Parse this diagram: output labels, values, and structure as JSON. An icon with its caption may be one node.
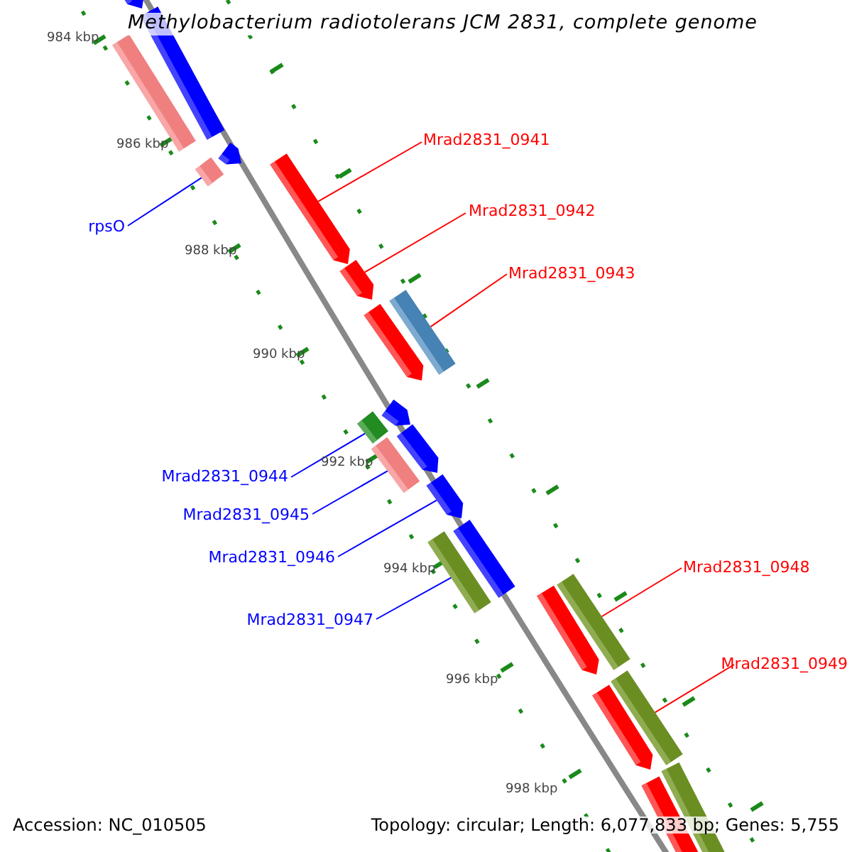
{
  "diagram": {
    "title": "Methylobacterium radiotolerans JCM 2831, complete genome",
    "nodes": [
      {
        "text": [
          "rpsO"
        ]
      },
      {
        "text": [],
        "shape": "bar"
      },
      {
        "text": [
          "Mrad2831_0941"
        ]
      },
      {
        "text": [],
        "shape": "arrow"
      },
      {
        "text": [
          "Mrad2831_0942"
        ]
      },
      {
        "text": [],
        "shape": "arrow"
      },
      {
        "text": [
          "Mrad2831_0943"
        ]
      },
      {
        "text": [],
        "shape": "bar"
      },
      {
        "text": [
          "Mrad2831_0944"
        ]
      },
      {
        "text": [],
        "shape": "bar"
      },
      {
        "text": [
          "Mrad2831_0945"
        ]
      },
      {
        "text": [],
        "shape": "bar"
      },
      {
        "text": [
          "Mrad2831_0946"
        ]
      },
      {
        "text": [],
        "shape": "arrow"
      },
      {
        "text": [
          "Mrad2831_0947"
        ]
      },
      {
        "text": [],
        "shape": "bar"
      },
      {
        "text": [
          "Mrad2831_0948"
        ]
      },
      {
        "text": [],
        "shape": "bar"
      },
      {
        "text": [
          "Mrad2831_0949"
        ]
      },
      {
        "text": [],
        "shape": "bar"
      },
      {
        "text": [],
        "shape": "arrow"
      },
      {
        "text": [],
        "shape": "bar"
      },
      {
        "text": [],
        "shape": "bar"
      },
      {
        "text": [],
        "shape": "arrow"
      },
      {
        "text": [],
        "shape": "arrow"
      },
      {
        "text": [],
        "shape": "arrow"
      },
      {
        "text": [],
        "shape": "arrow"
      },
      {
        "text": [],
        "shape": "bar"
      },
      {
        "text": [],
        "shape": "arrow"
      },
      {
        "text": [],
        "shape": "arrow"
      },
      {
        "text": [],
        "shape": "arrow"
      },
      {
        "text": [],
        "shape": "bar"
      }
    ],
    "edges": [
      {
        "from": 0,
        "to": 1,
        "arrow": "none",
        "color": "#0000ff"
      },
      {
        "from": 2,
        "to": 3,
        "arrow": "none",
        "color": "#ff0000"
      },
      {
        "from": 4,
        "to": 5,
        "arrow": "none",
        "color": "#ff0000"
      },
      {
        "from": 6,
        "to": 7,
        "arrow": "none",
        "color": "#ff0000"
      },
      {
        "from": 8,
        "to": 9,
        "arrow": "none",
        "color": "#0000ff"
      },
      {
        "from": 10,
        "to": 11,
        "arrow": "none",
        "color": "#0000ff"
      },
      {
        "from": 12,
        "to": 13,
        "arrow": "none",
        "color": "#0000ff"
      },
      {
        "from": 14,
        "to": 15,
        "arrow": "none",
        "color": "#0000ff"
      },
      {
        "from": 16,
        "to": 17,
        "arrow": "none",
        "color": "#ff0000"
      },
      {
        "from": 18,
        "to": 19,
        "arrow": "none",
        "color": "#ff0000"
      }
    ],
    "labels": [
      "984 kbp",
      "986 kbp",
      "988 kbp",
      "990 kbp",
      "992 kbp",
      "994 kbp",
      "996 kbp",
      "998 kbp",
      "Accession: NC_010505",
      "Topology: circular; Length: 6,077,833 bp; Genes: 5,755"
    ]
  }
}
